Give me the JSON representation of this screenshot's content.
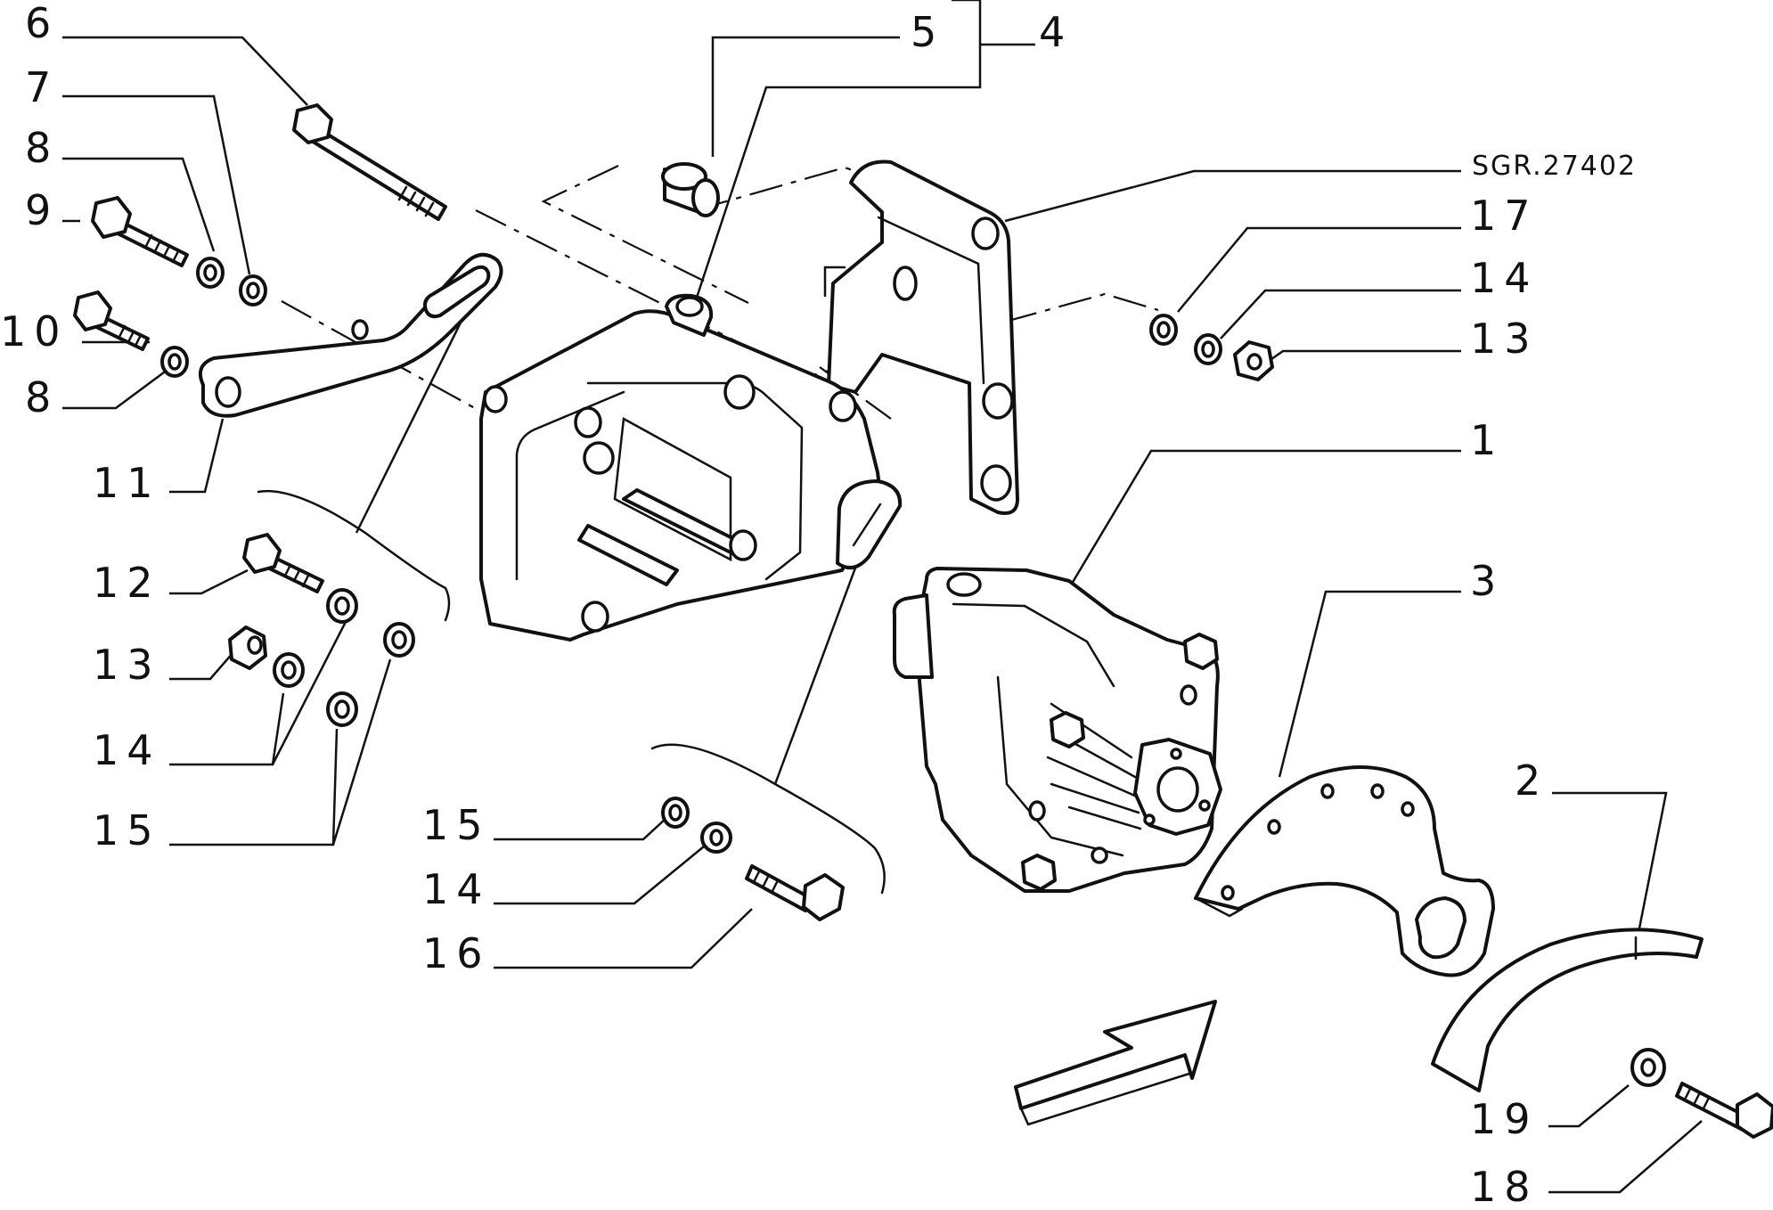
{
  "drawing_code": "SGR.27402",
  "labels": {
    "l1": "1",
    "l2": "2",
    "l3": "3",
    "l4": "4",
    "l5": "5",
    "l6": "6",
    "l7": "7",
    "l8a": "8",
    "l8b": "8",
    "l9": "9",
    "l10": "10",
    "l11": "11",
    "l12": "12",
    "l13a": "13",
    "l13b": "13",
    "l14a": "14",
    "l14b": "14",
    "l14c": "14",
    "l15a": "15",
    "l15b": "15",
    "l16": "16",
    "l17": "17",
    "l18": "18",
    "l19": "19"
  }
}
